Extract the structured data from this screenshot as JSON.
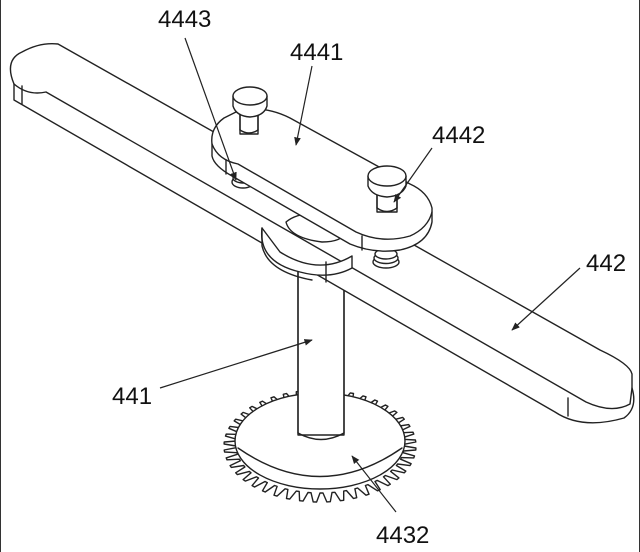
{
  "labels": {
    "l4443": "4443",
    "l4441": "4441",
    "l4442": "4442",
    "l442": "442",
    "l441": "441",
    "l4432": "4432"
  }
}
